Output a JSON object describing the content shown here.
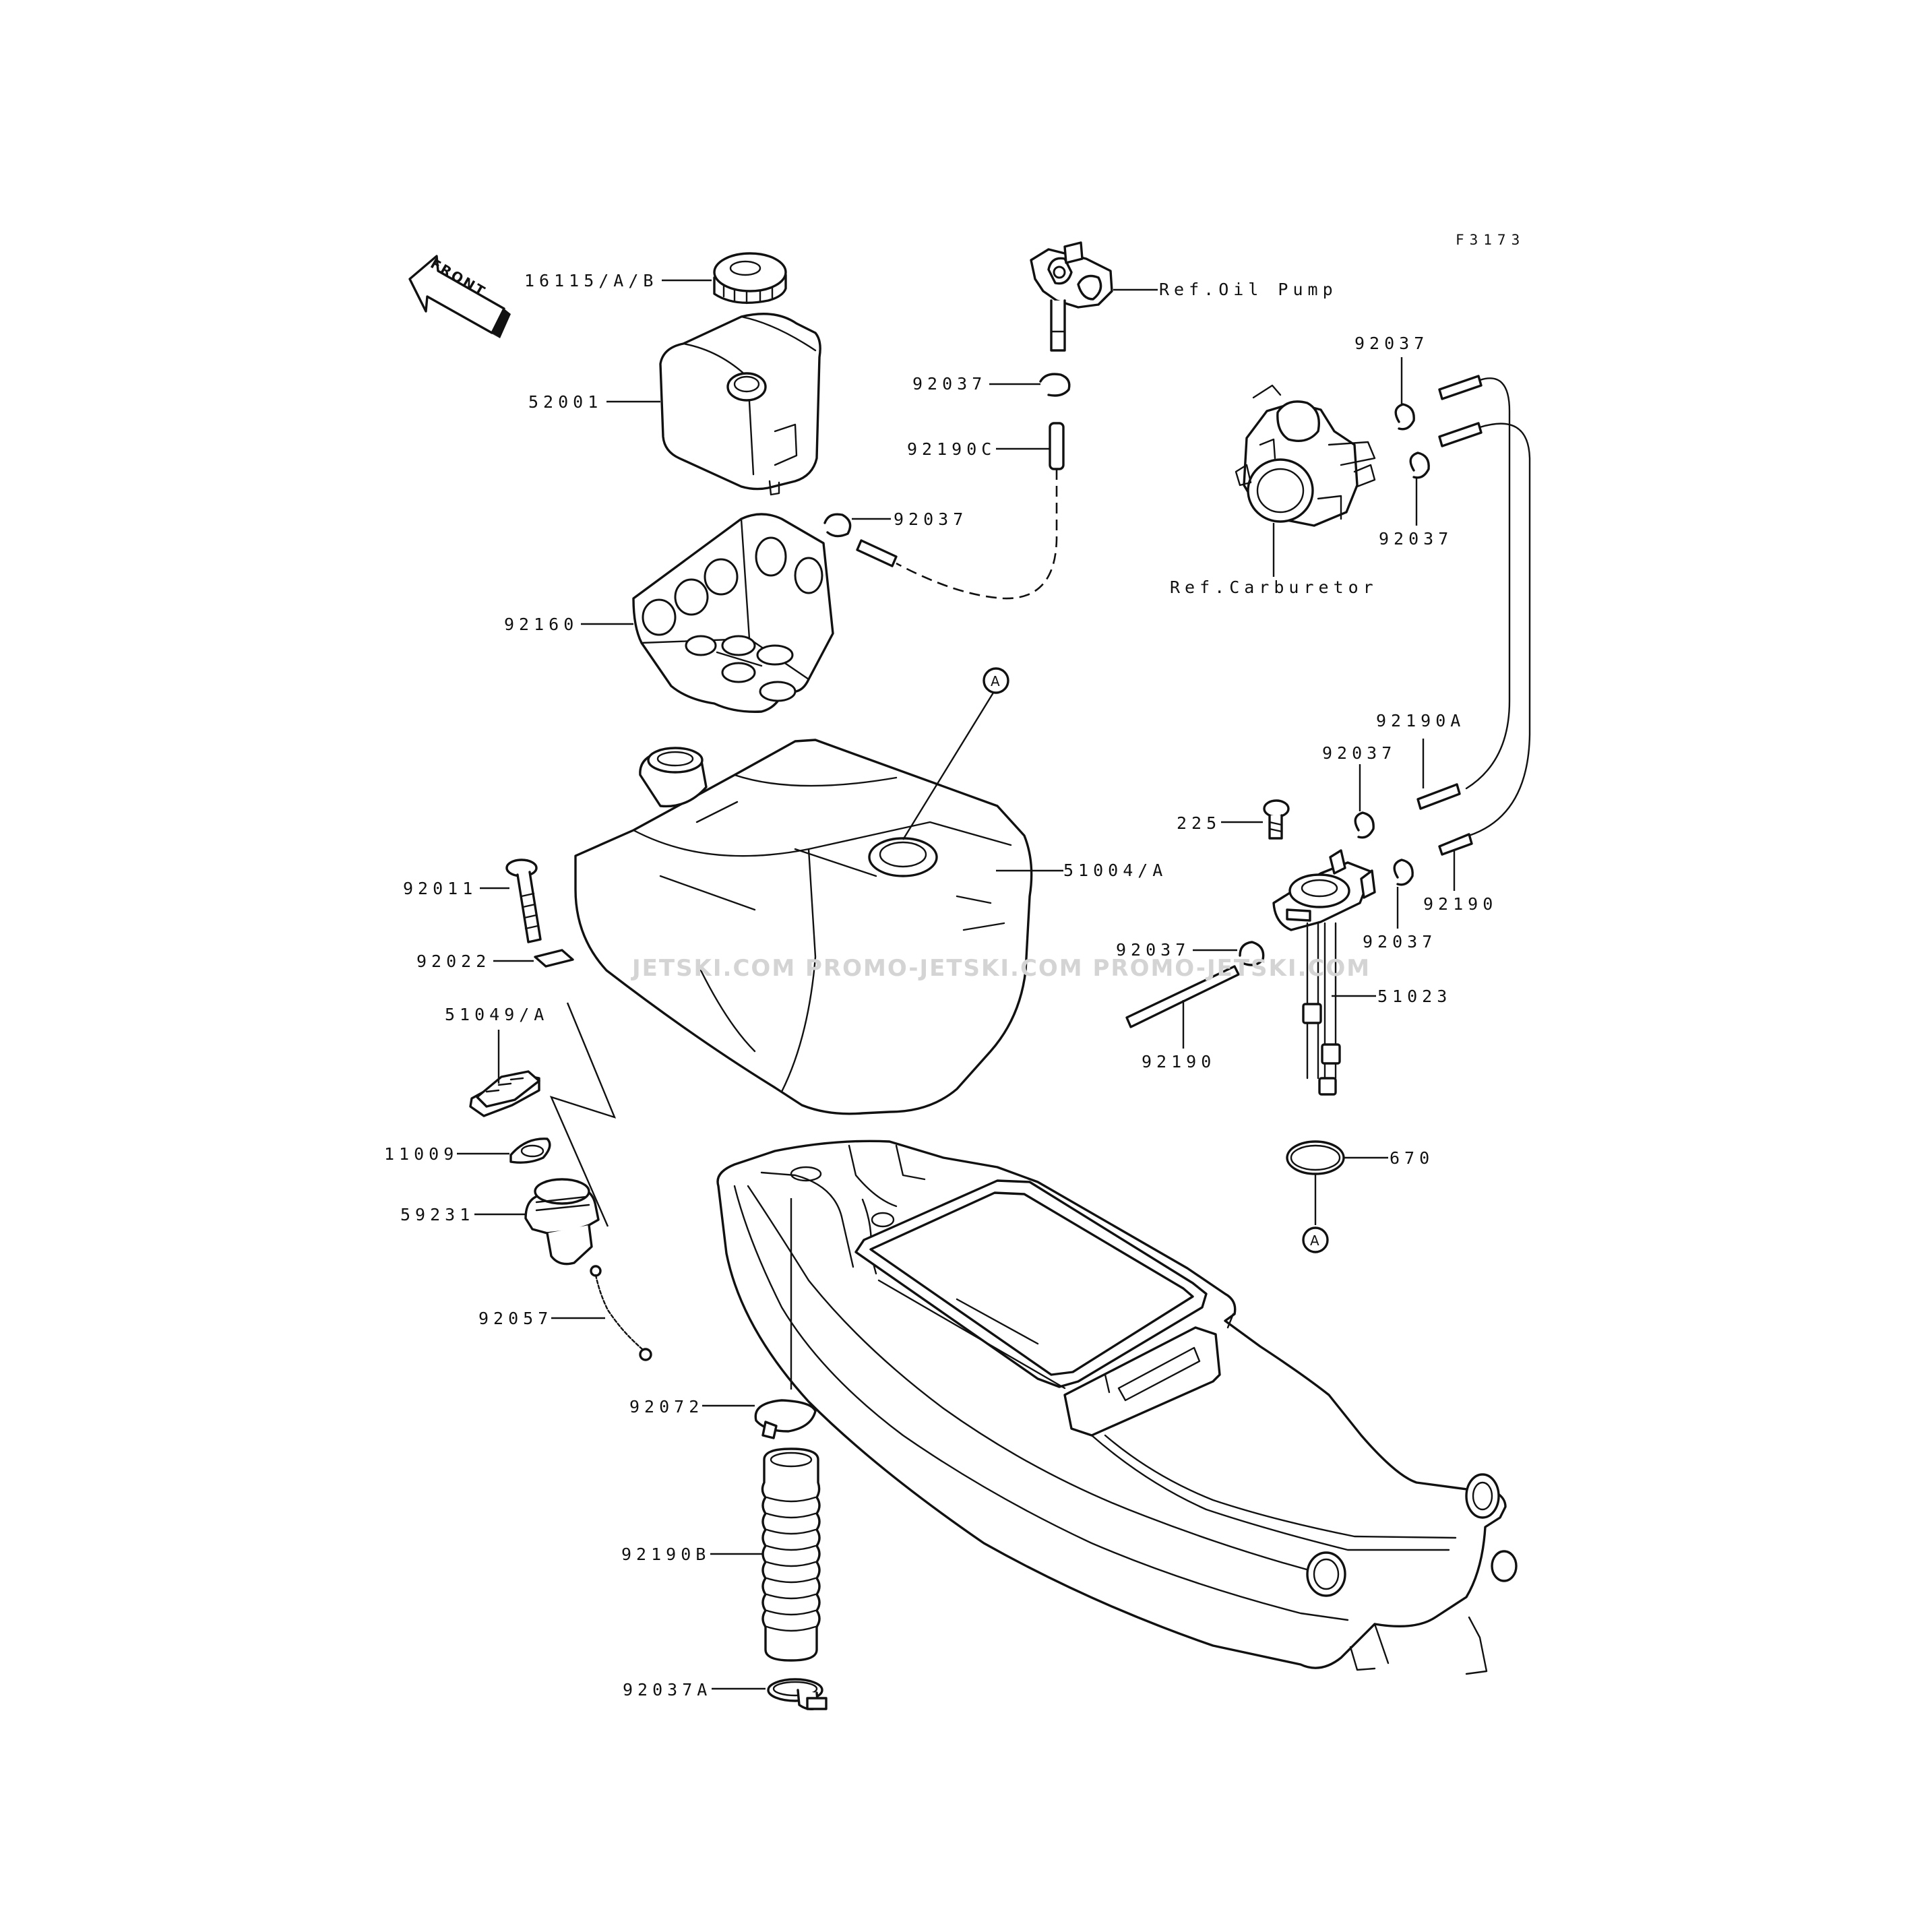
{
  "figure_code": "F3173",
  "front_label": "FRONT",
  "watermark": "JETSKI.COM PROMO-JETSKI.COM PROMO-JETSKI.COM",
  "ref_point": "A",
  "labels": {
    "cap": "16115/A/B",
    "reservoir": "52001",
    "clip_pump": "92037",
    "hose_c": "92190C",
    "clip_upper": "92037",
    "cover": "92160",
    "oil_pump_ref": "Ref.Oil Pump",
    "carburetor_ref": "Ref.Carburetor",
    "clip_carb_upper": "92037",
    "clip_carb_lower": "92037",
    "hose_a": "92190A",
    "clip_tap_left": "92037",
    "screw_225": "225",
    "fuel_tank": "51004/A",
    "bolt": "92011",
    "washer": "92022",
    "filler_cap": "51049/A",
    "gasket": "11009",
    "filler_neck": "59231",
    "cord": "92057",
    "clip_tap_right": "92037",
    "hose_right": "92190",
    "clip_tap_mid": "92037",
    "fuel_tap": "51023",
    "breather_hose": "92190",
    "o_ring": "670",
    "band": "92072",
    "filler_hose": "92190B",
    "clamp": "92037A"
  }
}
